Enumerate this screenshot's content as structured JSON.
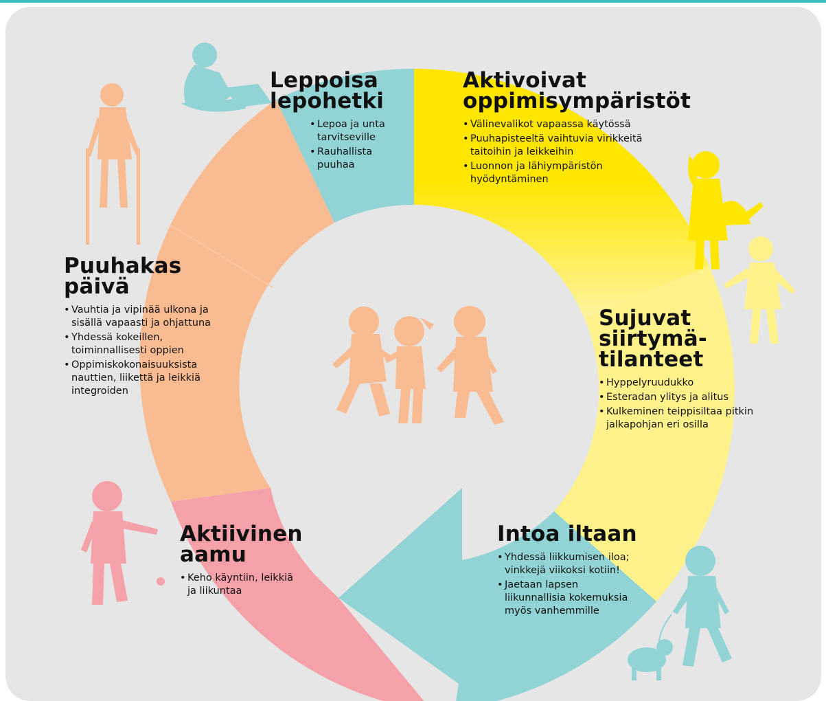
{
  "sections": {
    "leppoisa": {
      "title": [
        "Leppoisa",
        "lepohetki"
      ],
      "items": [
        [
          "Lepoa ja unta",
          "tarvitseville"
        ],
        [
          "Rauhallista",
          "puuhaa"
        ]
      ]
    },
    "aktivoivat": {
      "title": [
        "Aktivoivat",
        "oppimisympäristöt"
      ],
      "items": [
        [
          "Välinevalikot vapaassa käytössä"
        ],
        [
          "Puuhapisteeltä vaihtuvia virikkeitä",
          "taitoihin ja leikkeihin"
        ],
        [
          "Luonnon ja lähiympäristön",
          "hyödyntäminen"
        ]
      ]
    },
    "puuhakas": {
      "title": [
        "Puuhakas",
        "päivä"
      ],
      "items": [
        [
          "Vauhtia ja vipinää ulkona ja",
          "sisällä vapaasti ja ohjattuna"
        ],
        [
          "Yhdessä kokeillen,",
          "toiminnallisesti oppien"
        ],
        [
          "Oppimiskokonaisuuksista",
          "nauttien, liikettä ja leikkiä",
          "integroiden"
        ]
      ]
    },
    "sujuvat": {
      "title": [
        "Sujuvat",
        "siirtymä-",
        "tilanteet"
      ],
      "items": [
        [
          "Hyppelyruudukko"
        ],
        [
          "Esteradan ylitys ja alitus"
        ],
        [
          "Kulkeminen teippisiltaa pitkin",
          "jalkapohjan eri osilla"
        ]
      ]
    },
    "aktiivinen": {
      "title": [
        "Aktiivinen",
        "aamu"
      ],
      "items": [
        [
          "Keho käyntiin, leikkiä",
          "ja liikuntaa"
        ]
      ]
    },
    "intoa": {
      "title": [
        "Intoa iltaan"
      ],
      "items": [
        [
          "Yhdessä liikkumisen iloa;",
          "vinkkejä viikoksi kotiin!"
        ],
        [
          "Jaetaan lapsen",
          "liikunnallisia kokemuksia",
          "myös vanhemmille"
        ]
      ]
    }
  },
  "colors": {
    "background": "#e6e6e6",
    "accent_strip": "#3fbfbf",
    "teal": "#92d4d6",
    "yellow": "#ffe600",
    "light_yellow": "#fff28a",
    "peach": "#f9bb91",
    "pink": "#f4a1aa",
    "orange_kids": "#f9bb91"
  },
  "icons": [
    "reading-child-icon",
    "child-on-crutches-icon",
    "child-watering-can-icon",
    "jumping-girl-icon",
    "three-dancing-kids-icon",
    "toddler-pink-icon",
    "child-walking-dog-icon"
  ]
}
